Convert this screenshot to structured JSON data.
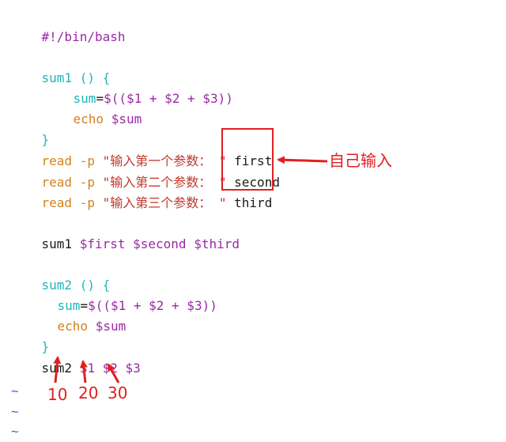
{
  "code": {
    "shebang": "#!/bin/bash",
    "sum1_def": {
      "name": "sum1",
      "parens": " () {"
    },
    "sum1_body1": {
      "var": "sum",
      "eq": "=",
      "expr": "$(($1 + $2 + $3))"
    },
    "sum1_body2": {
      "kw": "echo",
      "var": "$sum"
    },
    "close1": "}",
    "read1": {
      "cmd": "read",
      "flag": "-p",
      "prompt": "\"输入第一个参数： \"",
      "value": "first"
    },
    "read2": {
      "cmd": "read",
      "flag": "-p",
      "prompt": "\"输入第二个参数： \"",
      "value": "second"
    },
    "read3": {
      "cmd": "read",
      "flag": "-p",
      "prompt": "\"输入第三个参数： \"",
      "value": "third"
    },
    "call1": {
      "name": "sum1",
      "args": "$first $second $third"
    },
    "sum2_def": {
      "name": "sum2",
      "parens": " () {"
    },
    "sum2_body1": {
      "var": "sum",
      "eq": "=",
      "expr": "$(($1 + $2 + $3))"
    },
    "sum2_body2": {
      "kw": "echo",
      "var": "$sum"
    },
    "close2": "}",
    "call2": {
      "name": "sum2",
      "args": "$1 $2 $3"
    },
    "tildes": [
      "~",
      "~",
      "~"
    ]
  },
  "annotations": {
    "self_input": "自己输入",
    "arg_values": [
      "10",
      "20",
      "30"
    ],
    "color": "#e02020"
  }
}
